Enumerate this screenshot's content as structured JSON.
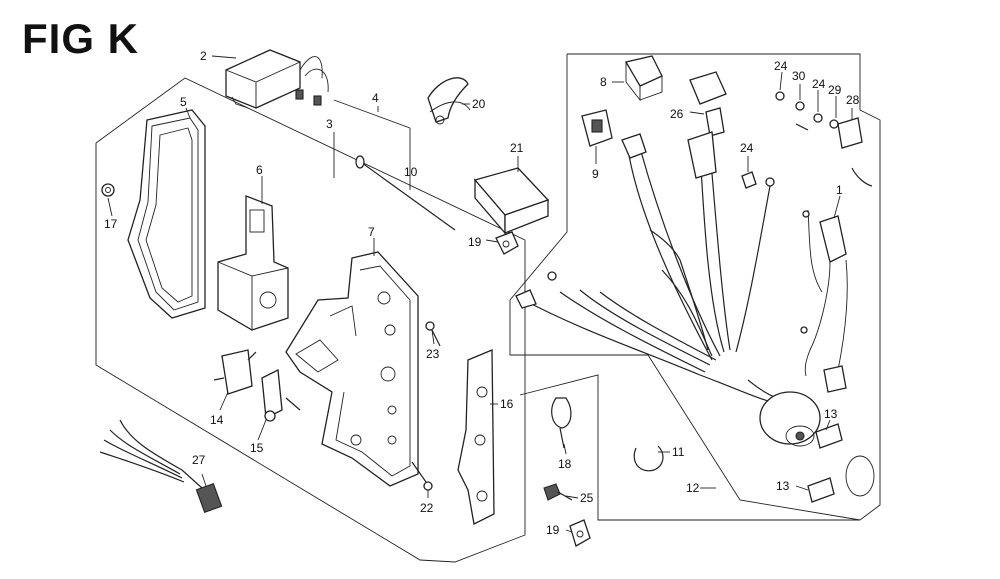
{
  "figure": {
    "title": "FIG K"
  },
  "callouts": [
    {
      "id": "c2",
      "text": "2"
    },
    {
      "id": "c5",
      "text": "5"
    },
    {
      "id": "c3",
      "text": "3"
    },
    {
      "id": "c4",
      "text": "4"
    },
    {
      "id": "c10",
      "text": "10"
    },
    {
      "id": "c20",
      "text": "20"
    },
    {
      "id": "c21",
      "text": "21"
    },
    {
      "id": "c19a",
      "text": "19"
    },
    {
      "id": "c6",
      "text": "6"
    },
    {
      "id": "c17",
      "text": "17"
    },
    {
      "id": "c7",
      "text": "7"
    },
    {
      "id": "c23",
      "text": "23"
    },
    {
      "id": "c14",
      "text": "14"
    },
    {
      "id": "c15",
      "text": "15"
    },
    {
      "id": "c16",
      "text": "16"
    },
    {
      "id": "c27",
      "text": "27"
    },
    {
      "id": "c22",
      "text": "22"
    },
    {
      "id": "c18",
      "text": "18"
    },
    {
      "id": "c25",
      "text": "25"
    },
    {
      "id": "c19b",
      "text": "19"
    },
    {
      "id": "c8",
      "text": "8"
    },
    {
      "id": "c9",
      "text": "9"
    },
    {
      "id": "c26",
      "text": "26"
    },
    {
      "id": "c24a",
      "text": "24"
    },
    {
      "id": "c30",
      "text": "30"
    },
    {
      "id": "c24b",
      "text": "24"
    },
    {
      "id": "c29",
      "text": "29"
    },
    {
      "id": "c28",
      "text": "28"
    },
    {
      "id": "c24c",
      "text": "24"
    },
    {
      "id": "c1",
      "text": "1"
    },
    {
      "id": "c11",
      "text": "11"
    },
    {
      "id": "c12",
      "text": "12"
    },
    {
      "id": "c13a",
      "text": "13"
    },
    {
      "id": "c13b",
      "text": "13"
    }
  ]
}
